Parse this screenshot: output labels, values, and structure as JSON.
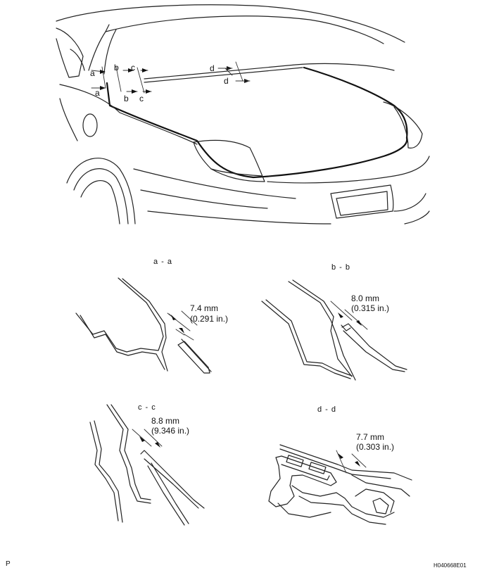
{
  "callouts": {
    "a": "a",
    "b": "b",
    "c": "c",
    "d": "d"
  },
  "sections": [
    {
      "id": "a-a",
      "title": "a - a",
      "measure": "7.4 mm",
      "inches": "(0.291 in.)"
    },
    {
      "id": "b-b",
      "title": "b - b",
      "measure": "8.0 mm",
      "inches": "(0.315 in.)"
    },
    {
      "id": "c-c",
      "title": "c - c",
      "measure": "8.8 mm",
      "inches": "(9.346 in.)"
    },
    {
      "id": "d-d",
      "title": "d - d",
      "measure": "7.7 mm",
      "inches": "(0.303 in.)"
    }
  ],
  "footer": {
    "left_mark": "P",
    "figure_code": "H040668E01"
  }
}
